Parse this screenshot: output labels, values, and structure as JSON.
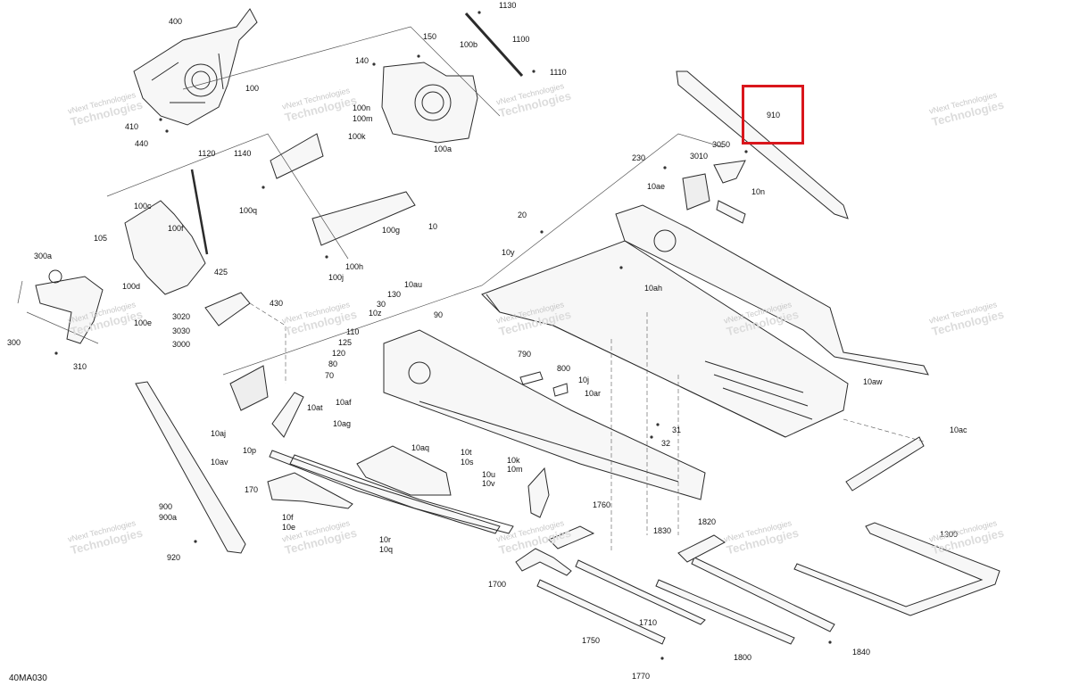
{
  "diagram": {
    "code": "40MA030",
    "watermark": {
      "line1": "vNext Technologies",
      "line2": "Technologies"
    },
    "highlight": {
      "label": "910",
      "color": "#d9161c"
    },
    "labels": [
      "400",
      "100",
      "410",
      "440",
      "140",
      "150",
      "100b",
      "1130",
      "1100",
      "1110",
      "100n",
      "100m",
      "100a",
      "100k",
      "1120",
      "1140",
      "100q",
      "100c",
      "100f",
      "105",
      "100g",
      "100h",
      "100j",
      "300a",
      "100d",
      "425",
      "100e",
      "3020",
      "3030",
      "3000",
      "430",
      "300",
      "310",
      "10",
      "20",
      "10y",
      "10ah",
      "3050",
      "3010",
      "230",
      "10ae",
      "10n",
      "910",
      "130",
      "10au",
      "30",
      "10z",
      "90",
      "110",
      "125",
      "120",
      "80",
      "70",
      "790",
      "800",
      "10j",
      "10ar",
      "10af",
      "10at",
      "10aj",
      "10ag",
      "10aq",
      "10aw",
      "31",
      "32",
      "10ac",
      "10p",
      "10av",
      "10t",
      "10s",
      "10k",
      "10m",
      "10u",
      "10v",
      "170",
      "10f",
      "10e",
      "900",
      "900a",
      "920",
      "10r",
      "10q",
      "1760",
      "1830",
      "1820",
      "1300",
      "1700",
      "1710",
      "1750",
      "1770",
      "1800",
      "1840"
    ]
  }
}
